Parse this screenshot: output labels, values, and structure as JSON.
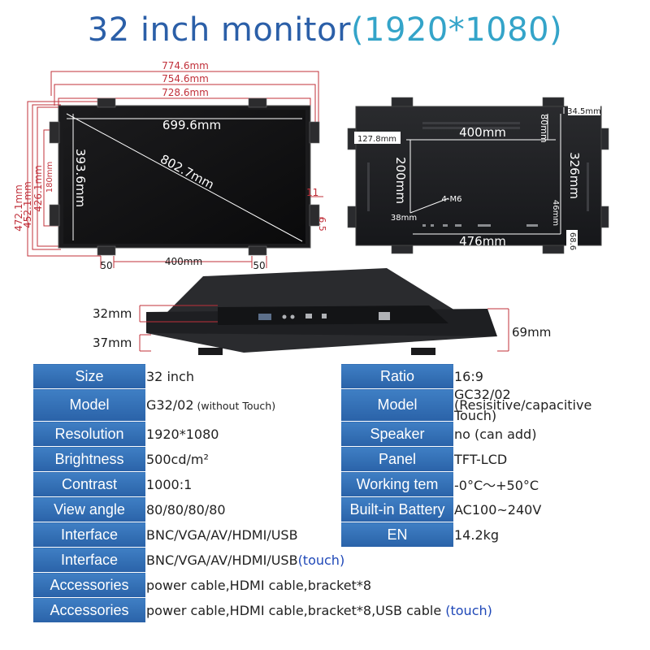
{
  "title": {
    "main": "32 inch monitor",
    "resolution": "(1920*1080)"
  },
  "front": {
    "outer_widths": [
      "774.6mm",
      "754.6mm",
      "728.6mm"
    ],
    "outer_heights": [
      "472.1mm",
      "452.1mm",
      "426.1mm",
      "180mm"
    ],
    "screen_width": "699.6mm",
    "screen_height": "393.6mm",
    "diagonal": "802.7mm",
    "bracket_a": "11",
    "bracket_b": "6.5",
    "bottom_left": "50",
    "bottom_mid": "400mm",
    "bottom_right": "50"
  },
  "back": {
    "edge": "34.5mm",
    "vesa_w": "400mm",
    "top_80": "80mm",
    "left_127": "127.8mm",
    "vesa_h": "200mm",
    "right_326": "326mm",
    "screw": "4-M6",
    "m38": "38mm",
    "m46": "46mm",
    "bottom_476": "476mm",
    "m68": "68.6"
  },
  "side": {
    "d32": "32mm",
    "d37": "37mm",
    "d69": "69mm"
  },
  "table": {
    "rows": [
      {
        "l1": "Size",
        "v1": "32 inch",
        "l2": "Ratio",
        "v2": "16:9"
      },
      {
        "l1": "Model",
        "v1a": "G32/02",
        "v1b": " (without Touch)",
        "l2": "Model",
        "v2a": "GC32/02",
        "v2b": "(Resisitive/capacitive Touch)"
      },
      {
        "l1": "Resolution",
        "v1": "1920*1080",
        "l2": "Speaker",
        "v2": "no (can add)"
      },
      {
        "l1": "Brightness",
        "v1": "500cd/m²",
        "l2": "Panel",
        "v2": "TFT-LCD"
      },
      {
        "l1": "Contrast",
        "v1": "1000:1",
        "l2": "Working tem",
        "v2": "-0°C～+50°C"
      },
      {
        "l1": "View angle",
        "v1": "80/80/80/80",
        "l2": "Built-in Battery",
        "v2": "AC100~240V"
      },
      {
        "l1": "Interface",
        "v1": "BNC/VGA/AV/HDMI/USB",
        "l2": "EN",
        "v2": "14.2kg"
      }
    ],
    "wide": [
      {
        "l": "Interface",
        "v": "BNC/VGA/AV/HDMI/USB",
        "t": "(touch)"
      },
      {
        "l": "Accessories",
        "v": "power cable,HDMI cable,bracket*8",
        "t": ""
      },
      {
        "l": "Accessories",
        "v": "power cable,HDMI cable,bracket*8,USB cable ",
        "t": "(touch)"
      }
    ]
  }
}
